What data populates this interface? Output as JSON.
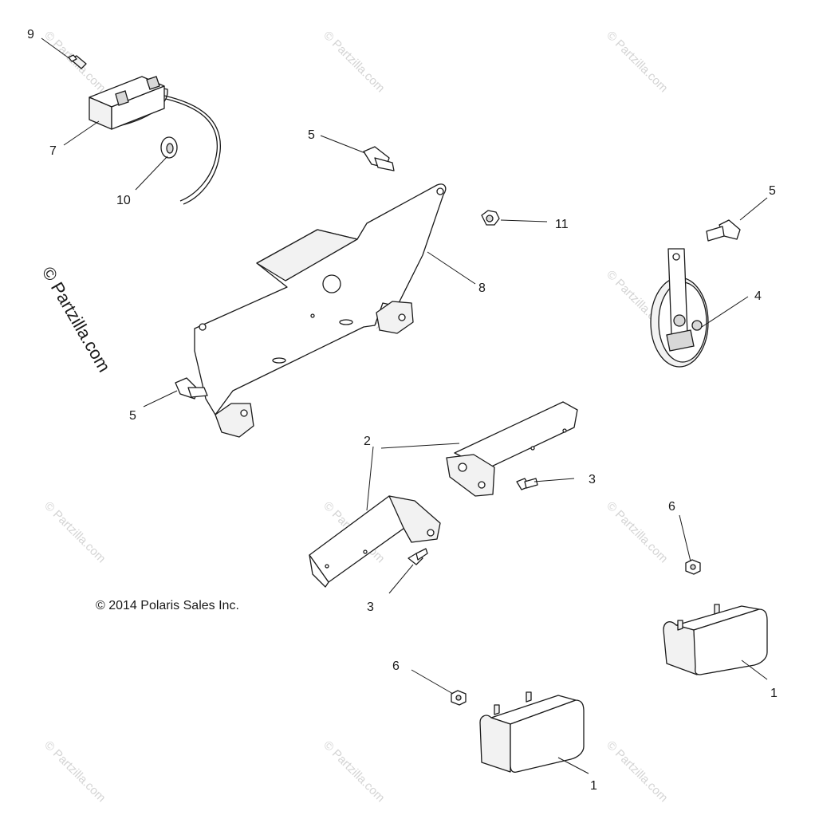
{
  "watermark": "© Partzilla.com",
  "side_watermark": "© Partzilla.com",
  "copyright": "© 2014  Polaris Sales Inc.",
  "callouts": {
    "c9": "9",
    "c7": "7",
    "c10": "10",
    "c5a": "5",
    "c11": "11",
    "c5b": "5",
    "c8": "8",
    "c4": "4",
    "c5c": "5",
    "c2": "2",
    "c3a": "3",
    "c3b": "3",
    "c6a": "6",
    "c1a": "1",
    "c6b": "6",
    "c1b": "1"
  }
}
